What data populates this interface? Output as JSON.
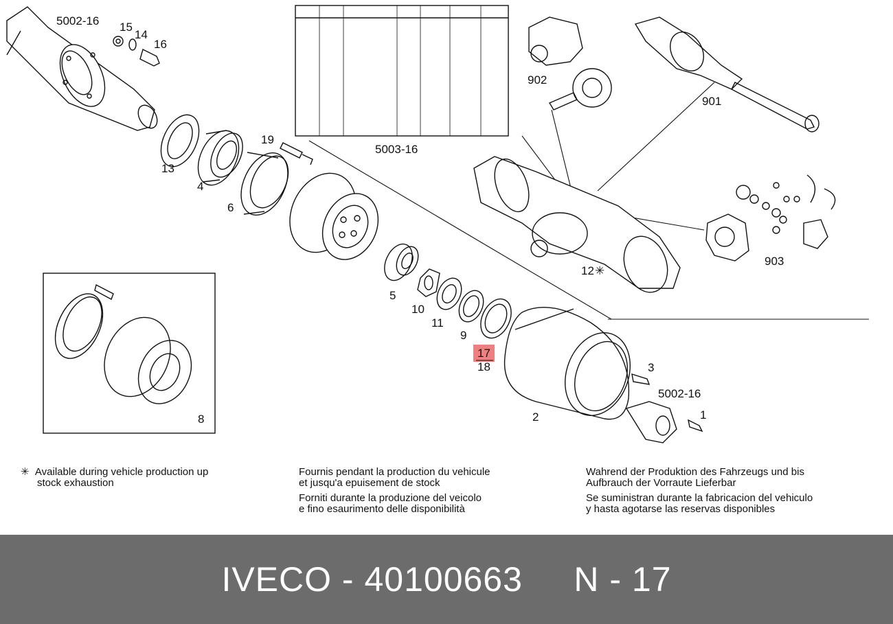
{
  "diagram": {
    "callouts": {
      "c5002_16_top": "5002-16",
      "c15": "15",
      "c14": "14",
      "c16": "16",
      "c13": "13",
      "c4": "4",
      "c19": "19",
      "c6": "6",
      "c5003_16": "5003-16",
      "c902": "902",
      "c901": "901",
      "c903": "903",
      "c12": "12",
      "c12_mark": "✳",
      "c5": "5",
      "c10": "10",
      "c11": "11",
      "c9": "9",
      "c17": "17",
      "c18": "18",
      "c3": "3",
      "c5002_16_bottom": "5002-16",
      "c2": "2",
      "c1": "1",
      "c8": "8"
    },
    "highlight_color": "#f08080"
  },
  "notes": {
    "en_symbol": "✳",
    "en_line1": "Available during vehicle production up",
    "en_line2": "stock exhaustion",
    "fr_line1": "Fournis pendant la production du vehicule",
    "fr_line2": "et jusqu'a epuisement de stock",
    "it_line1": "Forniti durante la produzione del veicolo",
    "it_line2": "e fino esaurimento delle disponibilità",
    "de_line1": "Wahrend der Produktion des Fahrzeugs und bis",
    "de_line2": "Aufbrauch der Vorraute Lieferbar",
    "es_line1": "Se suministran durante la fabricacion del vehiculo",
    "es_line2": "y hasta agotarse las reservas disponibles"
  },
  "footer": {
    "title": "IVECO - 40100663     N - 17",
    "background": "#6c6c6c"
  }
}
